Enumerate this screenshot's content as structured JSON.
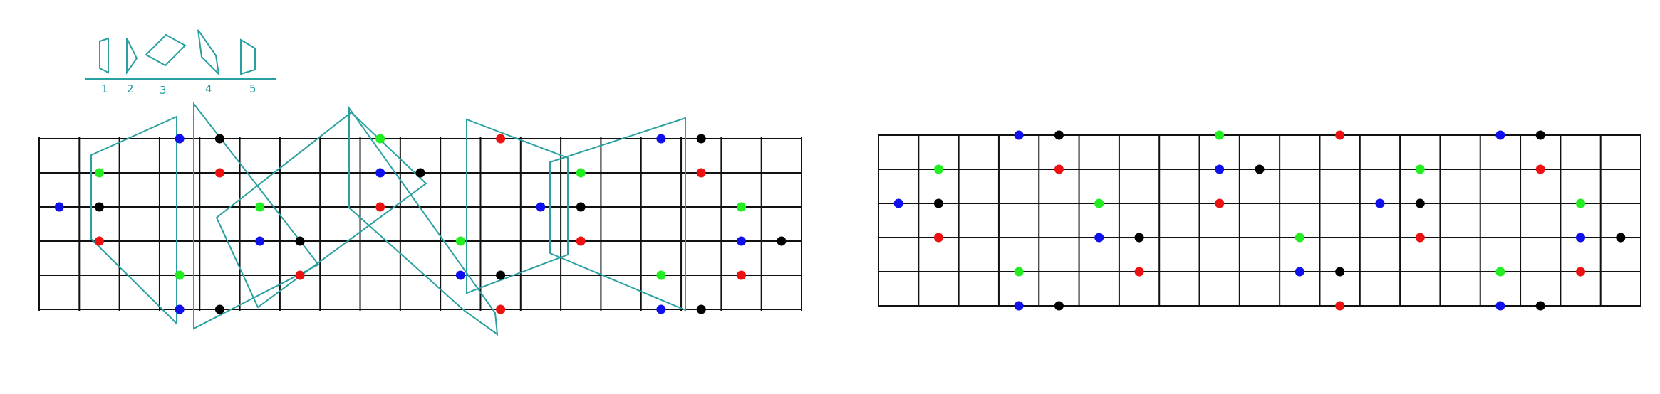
{
  "colors": {
    "grid": "#111111",
    "shape": "#2aa0a0",
    "blue": "#1010ee",
    "red": "#ee1111",
    "green": "#22ee22",
    "black": "#000000",
    "background": "#ffffff"
  },
  "legend": {
    "labels": [
      "1",
      "2",
      "3",
      "4",
      "5"
    ]
  },
  "fretboards": [
    {
      "id": "left",
      "strings": 6,
      "frets": 19,
      "has_shapes": true,
      "dots": [
        {
          "fret": 1,
          "string": 3,
          "color": "blue"
        },
        {
          "fret": 2,
          "string": 2,
          "color": "green"
        },
        {
          "fret": 2,
          "string": 3,
          "color": "black"
        },
        {
          "fret": 2,
          "string": 4,
          "color": "red"
        },
        {
          "fret": 4,
          "string": 1,
          "color": "blue"
        },
        {
          "fret": 4,
          "string": 5,
          "color": "green"
        },
        {
          "fret": 4,
          "string": 6,
          "color": "blue"
        },
        {
          "fret": 5,
          "string": 1,
          "color": "black"
        },
        {
          "fret": 5,
          "string": 2,
          "color": "red"
        },
        {
          "fret": 5,
          "string": 6,
          "color": "black"
        },
        {
          "fret": 6,
          "string": 3,
          "color": "green"
        },
        {
          "fret": 6,
          "string": 4,
          "color": "blue"
        },
        {
          "fret": 7,
          "string": 4,
          "color": "black"
        },
        {
          "fret": 7,
          "string": 5,
          "color": "red"
        },
        {
          "fret": 9,
          "string": 1,
          "color": "green"
        },
        {
          "fret": 9,
          "string": 2,
          "color": "blue"
        },
        {
          "fret": 9,
          "string": 3,
          "color": "red"
        },
        {
          "fret": 10,
          "string": 2,
          "color": "black"
        },
        {
          "fret": 11,
          "string": 4,
          "color": "green"
        },
        {
          "fret": 11,
          "string": 5,
          "color": "blue"
        },
        {
          "fret": 12,
          "string": 1,
          "color": "red"
        },
        {
          "fret": 12,
          "string": 5,
          "color": "black"
        },
        {
          "fret": 12,
          "string": 6,
          "color": "red"
        },
        {
          "fret": 13,
          "string": 3,
          "color": "blue"
        },
        {
          "fret": 14,
          "string": 2,
          "color": "green"
        },
        {
          "fret": 14,
          "string": 3,
          "color": "black"
        },
        {
          "fret": 14,
          "string": 4,
          "color": "red"
        },
        {
          "fret": 16,
          "string": 1,
          "color": "blue"
        },
        {
          "fret": 16,
          "string": 5,
          "color": "green"
        },
        {
          "fret": 16,
          "string": 6,
          "color": "blue"
        },
        {
          "fret": 17,
          "string": 1,
          "color": "black"
        },
        {
          "fret": 17,
          "string": 2,
          "color": "red"
        },
        {
          "fret": 17,
          "string": 6,
          "color": "black"
        },
        {
          "fret": 18,
          "string": 3,
          "color": "green"
        },
        {
          "fret": 18,
          "string": 4,
          "color": "blue"
        },
        {
          "fret": 18,
          "string": 5,
          "color": "red"
        },
        {
          "fret": 19,
          "string": 4,
          "color": "black"
        }
      ]
    },
    {
      "id": "right",
      "strings": 6,
      "frets": 19,
      "has_shapes": false,
      "dots": [
        {
          "fret": 1,
          "string": 3,
          "color": "blue"
        },
        {
          "fret": 2,
          "string": 2,
          "color": "green"
        },
        {
          "fret": 2,
          "string": 3,
          "color": "black"
        },
        {
          "fret": 2,
          "string": 4,
          "color": "red"
        },
        {
          "fret": 4,
          "string": 1,
          "color": "blue"
        },
        {
          "fret": 4,
          "string": 5,
          "color": "green"
        },
        {
          "fret": 4,
          "string": 6,
          "color": "blue"
        },
        {
          "fret": 5,
          "string": 1,
          "color": "black"
        },
        {
          "fret": 5,
          "string": 2,
          "color": "red"
        },
        {
          "fret": 5,
          "string": 6,
          "color": "black"
        },
        {
          "fret": 6,
          "string": 3,
          "color": "green"
        },
        {
          "fret": 6,
          "string": 4,
          "color": "blue"
        },
        {
          "fret": 7,
          "string": 4,
          "color": "black"
        },
        {
          "fret": 7,
          "string": 5,
          "color": "red"
        },
        {
          "fret": 9,
          "string": 1,
          "color": "green"
        },
        {
          "fret": 9,
          "string": 2,
          "color": "blue"
        },
        {
          "fret": 9,
          "string": 3,
          "color": "red"
        },
        {
          "fret": 10,
          "string": 2,
          "color": "black"
        },
        {
          "fret": 11,
          "string": 4,
          "color": "green"
        },
        {
          "fret": 11,
          "string": 5,
          "color": "blue"
        },
        {
          "fret": 12,
          "string": 1,
          "color": "red"
        },
        {
          "fret": 12,
          "string": 5,
          "color": "black"
        },
        {
          "fret": 12,
          "string": 6,
          "color": "red"
        },
        {
          "fret": 13,
          "string": 3,
          "color": "blue"
        },
        {
          "fret": 14,
          "string": 2,
          "color": "green"
        },
        {
          "fret": 14,
          "string": 3,
          "color": "black"
        },
        {
          "fret": 14,
          "string": 4,
          "color": "red"
        },
        {
          "fret": 16,
          "string": 1,
          "color": "blue"
        },
        {
          "fret": 16,
          "string": 5,
          "color": "green"
        },
        {
          "fret": 16,
          "string": 6,
          "color": "blue"
        },
        {
          "fret": 17,
          "string": 1,
          "color": "black"
        },
        {
          "fret": 17,
          "string": 2,
          "color": "red"
        },
        {
          "fret": 17,
          "string": 6,
          "color": "black"
        },
        {
          "fret": 18,
          "string": 3,
          "color": "green"
        },
        {
          "fret": 18,
          "string": 4,
          "color": "blue"
        },
        {
          "fret": 18,
          "string": 5,
          "color": "red"
        },
        {
          "fret": 19,
          "string": 4,
          "color": "black"
        }
      ]
    }
  ]
}
